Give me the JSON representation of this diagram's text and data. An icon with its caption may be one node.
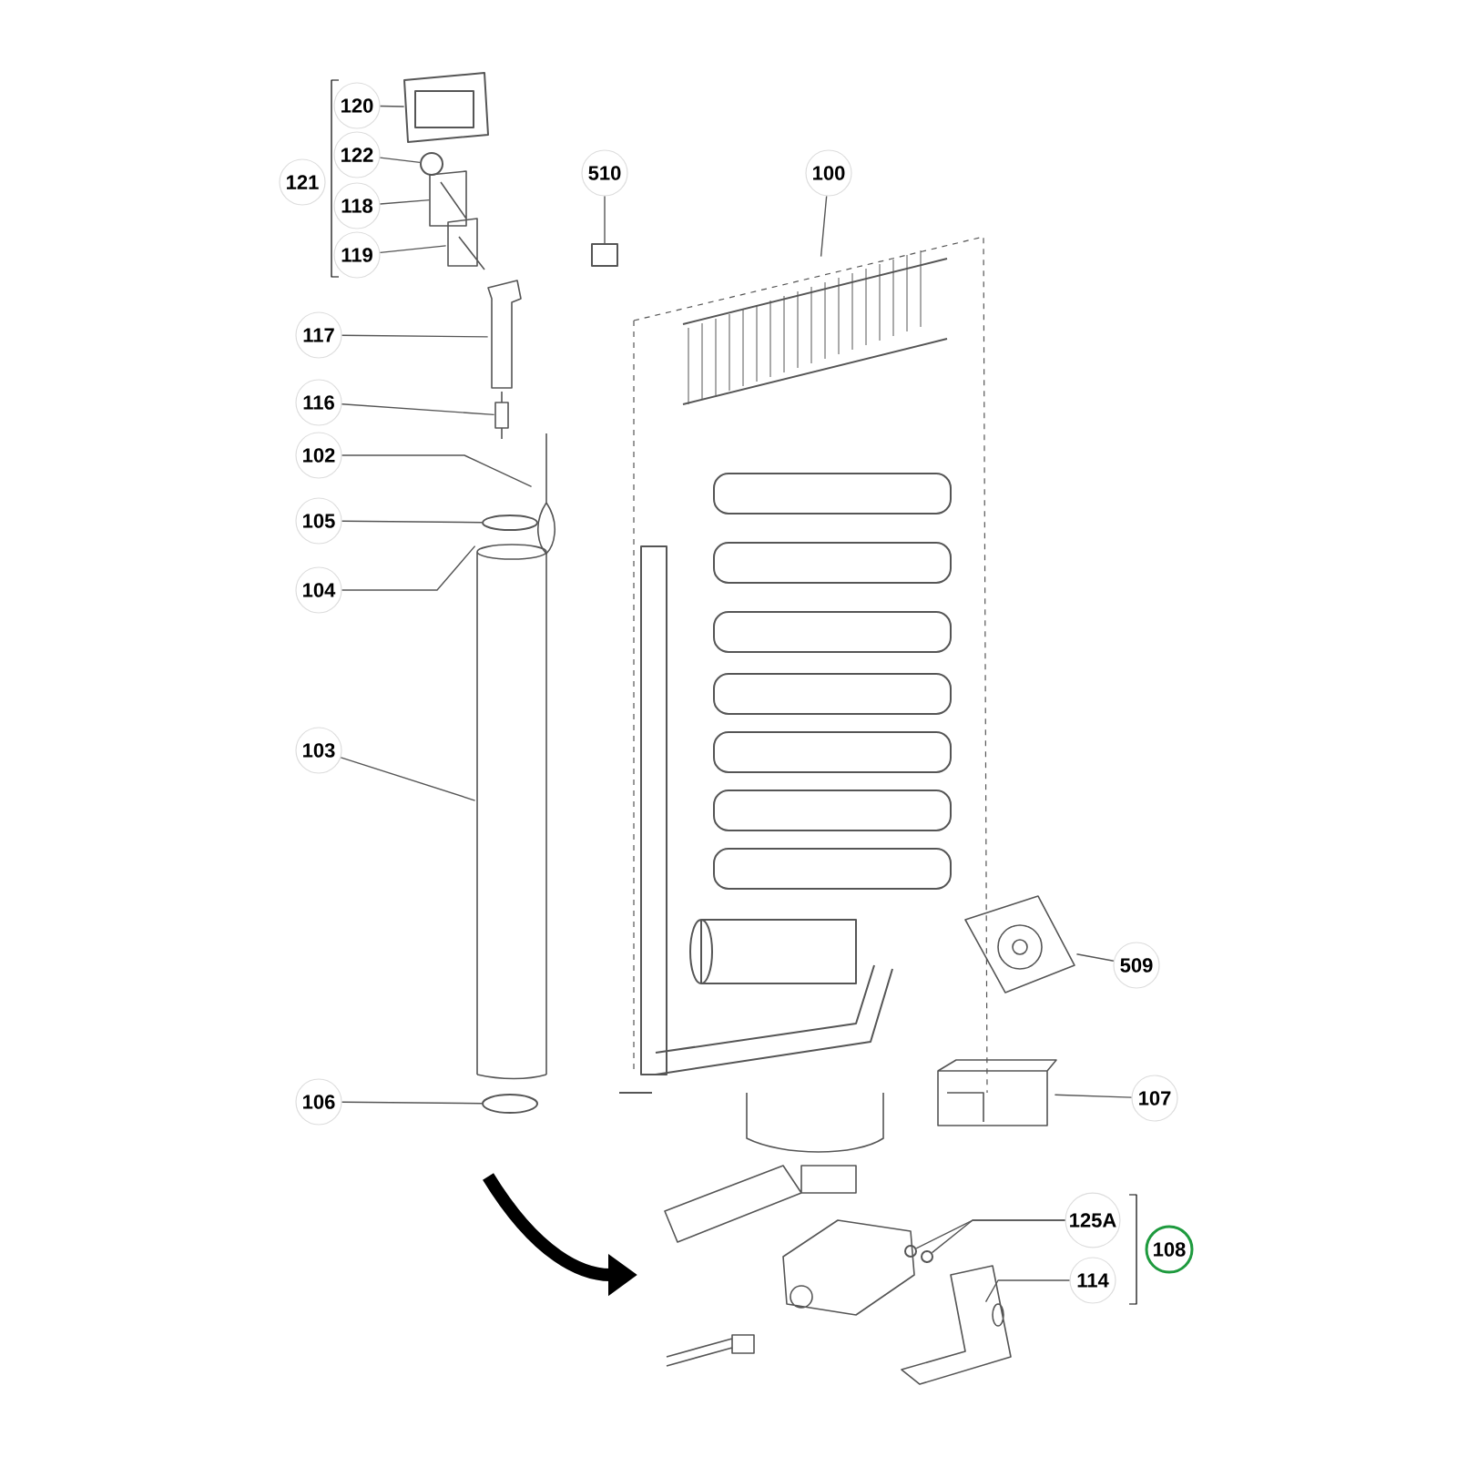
{
  "diagram": {
    "nodes": [
      {
        "text": [
          "120"
        ]
      },
      {
        "text": [
          "122"
        ]
      },
      {
        "text": [
          "121"
        ]
      },
      {
        "text": [
          "118"
        ]
      },
      {
        "text": [
          "119"
        ]
      },
      {
        "text": [
          "510"
        ]
      },
      {
        "text": [
          "100"
        ]
      },
      {
        "text": [
          "117"
        ]
      },
      {
        "text": [
          "116"
        ]
      },
      {
        "text": [
          "102"
        ]
      },
      {
        "text": [
          "105"
        ]
      },
      {
        "text": [
          "104"
        ]
      },
      {
        "text": [
          "103"
        ]
      },
      {
        "text": [
          "509"
        ]
      },
      {
        "text": [
          "106"
        ]
      },
      {
        "text": [
          "107"
        ]
      },
      {
        "text": [
          "125A"
        ]
      },
      {
        "text": [
          "108"
        ]
      },
      {
        "text": [
          "114"
        ]
      },
      {
        "text": [],
        "shape": "picture"
      },
      {
        "text": [],
        "shape": "circle"
      },
      {
        "text": [],
        "shape": "picture"
      },
      {
        "text": [],
        "shape": "picture"
      },
      {
        "text": [],
        "shape": "box"
      },
      {
        "text": [],
        "shape": "picture"
      },
      {
        "text": [],
        "shape": "picture"
      },
      {
        "text": [],
        "shape": "picture"
      },
      {
        "text": [],
        "shape": "picture"
      },
      {
        "text": [],
        "shape": "circle"
      },
      {
        "text": [],
        "shape": "picture"
      },
      {
        "text": [],
        "shape": "picture"
      },
      {
        "text": [],
        "shape": "circle"
      },
      {
        "text": [],
        "shape": "picture"
      },
      {
        "text": [],
        "shape": "circle"
      },
      {
        "text": [],
        "shape": "circle"
      },
      {
        "text": [],
        "shape": "picture"
      }
    ],
    "edges": [
      {
        "from": 0,
        "to": 19,
        "arrow": "none"
      },
      {
        "from": 1,
        "to": 20,
        "arrow": "none"
      },
      {
        "from": 3,
        "to": 21,
        "arrow": "none"
      },
      {
        "from": 4,
        "to": 22,
        "arrow": "none"
      },
      {
        "from": 5,
        "to": 23,
        "arrow": "none"
      },
      {
        "from": 6,
        "to": 24,
        "arrow": "none"
      },
      {
        "from": 7,
        "to": 25,
        "arrow": "none"
      },
      {
        "from": 8,
        "to": 26,
        "arrow": "none"
      },
      {
        "from": 9,
        "to": 27,
        "arrow": "none"
      },
      {
        "from": 10,
        "to": 28,
        "arrow": "none"
      },
      {
        "from": 11,
        "to": 29,
        "arrow": "none"
      },
      {
        "from": 12,
        "to": 29,
        "arrow": "none"
      },
      {
        "from": 13,
        "to": 30,
        "arrow": "none"
      },
      {
        "from": 14,
        "to": 31,
        "arrow": "none"
      },
      {
        "from": 15,
        "to": 32,
        "arrow": "none"
      },
      {
        "from": 16,
        "to": 33,
        "arrow": "none"
      },
      {
        "from": 16,
        "to": 34,
        "arrow": "none"
      },
      {
        "from": 18,
        "to": 35,
        "arrow": "none"
      }
    ]
  }
}
